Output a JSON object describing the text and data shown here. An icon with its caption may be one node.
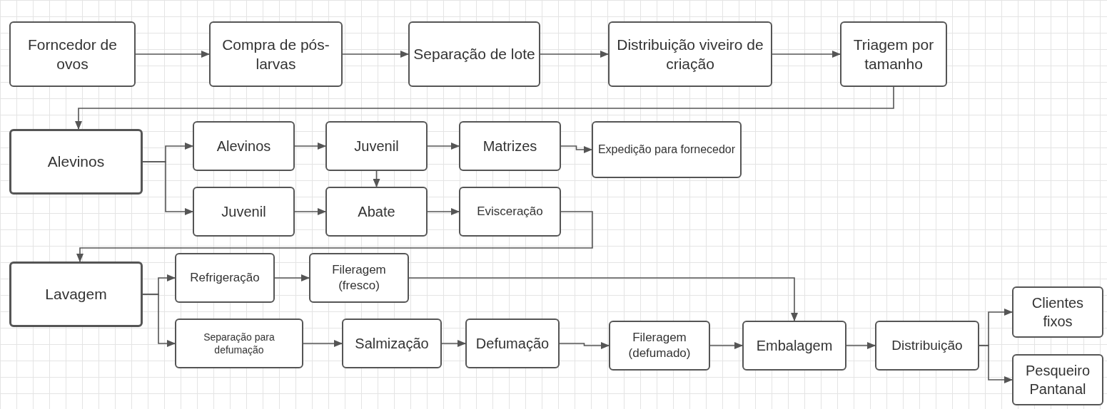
{
  "diagram": {
    "nodes": [
      {
        "text": [
          "Forncedor de ovos"
        ]
      },
      {
        "text": [
          "Compra de pós-larvas"
        ]
      },
      {
        "text": [
          "Separação de lote"
        ]
      },
      {
        "text": [
          "Distribuição viveiro de criação"
        ]
      },
      {
        "text": [
          "Triagem por tamanho"
        ]
      },
      {
        "text": [
          "Alevinos"
        ]
      },
      {
        "text": [
          "Alevinos"
        ]
      },
      {
        "text": [
          "Juvenil"
        ]
      },
      {
        "text": [
          "Matrizes"
        ]
      },
      {
        "text": [
          "Expedição para fornecedor"
        ]
      },
      {
        "text": [
          "Juvenil"
        ]
      },
      {
        "text": [
          "Abate"
        ]
      },
      {
        "text": [
          "Evisceração"
        ]
      },
      {
        "text": [
          "Lavagem"
        ]
      },
      {
        "text": [
          "Refrigeração"
        ]
      },
      {
        "text": [
          "Fileragem (fresco)"
        ]
      },
      {
        "text": [
          "Separação para defumação"
        ]
      },
      {
        "text": [
          "Salmização"
        ]
      },
      {
        "text": [
          "Defumação"
        ]
      },
      {
        "text": [
          "Fileragem (defumado)"
        ]
      },
      {
        "text": [
          "Embalagem"
        ]
      },
      {
        "text": [
          "Distribuição"
        ]
      },
      {
        "text": [
          "Clientes fixos"
        ]
      },
      {
        "text": [
          "Pesqueiro Pantanal"
        ]
      }
    ],
    "edges": [
      {
        "from": 0,
        "to": 1,
        "arrow": "to"
      },
      {
        "from": 1,
        "to": 2,
        "arrow": "to"
      },
      {
        "from": 2,
        "to": 3,
        "arrow": "to"
      },
      {
        "from": 3,
        "to": 4,
        "arrow": "to"
      },
      {
        "from": 4,
        "to": 5,
        "arrow": "to"
      },
      {
        "from": 5,
        "to": 6,
        "arrow": "to"
      },
      {
        "from": 5,
        "to": 10,
        "arrow": "to"
      },
      {
        "from": 6,
        "to": 7,
        "arrow": "to"
      },
      {
        "from": 7,
        "to": 8,
        "arrow": "to"
      },
      {
        "from": 8,
        "to": 9,
        "arrow": "to"
      },
      {
        "from": 7,
        "to": 11,
        "arrow": "to"
      },
      {
        "from": 10,
        "to": 11,
        "arrow": "to"
      },
      {
        "from": 11,
        "to": 12,
        "arrow": "to"
      },
      {
        "from": 12,
        "to": 13,
        "arrow": "to"
      },
      {
        "from": 13,
        "to": 14,
        "arrow": "to"
      },
      {
        "from": 13,
        "to": 16,
        "arrow": "to"
      },
      {
        "from": 14,
        "to": 15,
        "arrow": "to"
      },
      {
        "from": 15,
        "to": 20,
        "arrow": "to"
      },
      {
        "from": 16,
        "to": 17,
        "arrow": "to"
      },
      {
        "from": 17,
        "to": 18,
        "arrow": "to"
      },
      {
        "from": 18,
        "to": 19,
        "arrow": "to"
      },
      {
        "from": 19,
        "to": 20,
        "arrow": "to"
      },
      {
        "from": 20,
        "to": 21,
        "arrow": "to"
      },
      {
        "from": 21,
        "to": 22,
        "arrow": "to"
      },
      {
        "from": 21,
        "to": 23,
        "arrow": "to"
      }
    ]
  }
}
